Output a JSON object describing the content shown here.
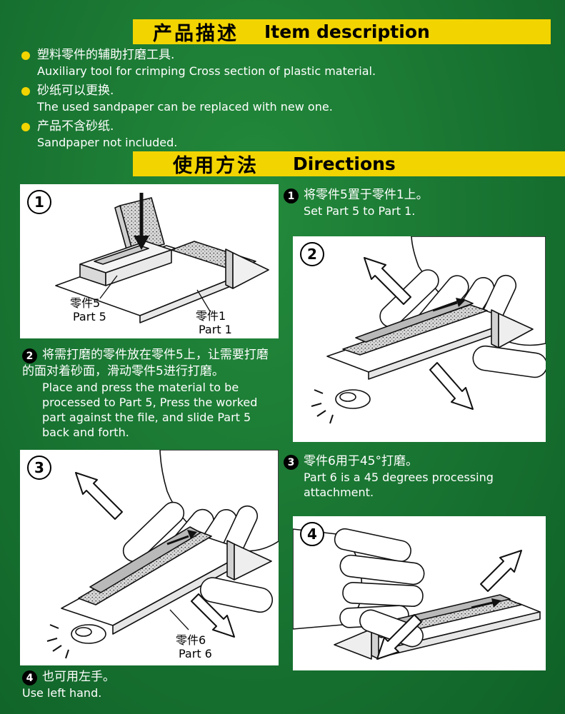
{
  "colors": {
    "background_green": "#187331",
    "banner_yellow": "#f2d400",
    "text_light": "#ffffff",
    "text_dark": "#000000"
  },
  "section1": {
    "zh": "产品描述",
    "en": "Item description"
  },
  "bullets": [
    {
      "zh": "塑料零件的辅助打磨工具.",
      "en": "Auxiliary tool for crimping Cross section of plastic material."
    },
    {
      "zh": "砂纸可以更换.",
      "en": "The used sandpaper can be replaced with new one."
    },
    {
      "zh": "产品不含砂纸.",
      "en": "Sandpaper not included."
    }
  ],
  "section2": {
    "zh": "使用方法",
    "en": "Directions"
  },
  "steps": [
    {
      "num": "1",
      "zh": "将零件5置于零件1上。",
      "en": "Set Part 5 to Part 1."
    },
    {
      "num": "2",
      "zh": "将需打磨的零件放在零件5上，让需要打磨的面对着砂面，滑动零件5进行打磨。",
      "en": "Place and press the material to be processed to Part 5, Press the worked part against the file, and slide Part 5 back and forth."
    },
    {
      "num": "3",
      "zh": "零件6用于45°打磨。",
      "en": "Part 6 is a 45 degrees processing attachment."
    },
    {
      "num": "4",
      "zh": "也可用左手。",
      "en": "Use left hand."
    }
  ],
  "panels": [
    {
      "num": "1",
      "label_part5_zh": "零件5",
      "label_part5_en": "Part 5",
      "label_part1_zh": "零件1",
      "label_part1_en": "Part 1"
    },
    {
      "num": "2"
    },
    {
      "num": "3",
      "label_part6_zh": "零件6",
      "label_part6_en": "Part 6"
    },
    {
      "num": "4"
    }
  ]
}
